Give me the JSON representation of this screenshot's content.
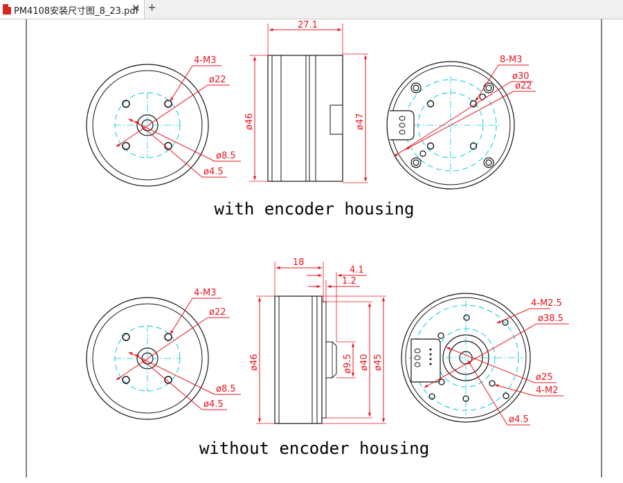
{
  "tab": {
    "title": "PM4108安装尺寸图_8_23.pdf",
    "close_glyph": "✕",
    "new_tab_glyph": "+"
  },
  "top": {
    "caption": "with encoder housing",
    "left_view": {
      "holes": "4-M3",
      "d22": "ø22",
      "d8_5": "ø8.5",
      "d4_5": "ø4.5"
    },
    "side_view": {
      "width": "27.1",
      "d46": "ø46",
      "d47": "ø47"
    },
    "right_view": {
      "holes": "8-M3",
      "d30": "ø30",
      "d22": "ø22"
    }
  },
  "bottom": {
    "caption": "without encoder housing",
    "left_view": {
      "holes": "4-M3",
      "d22": "ø22",
      "d8_5": "ø8.5",
      "d4_5": "ø4.5"
    },
    "side_view": {
      "len18": "18",
      "len4_1": "4.1",
      "len1_2": "1.2",
      "d46": "ø46",
      "d9_5": "ø9.5",
      "d40": "ø40",
      "d45": "ø45"
    },
    "right_view": {
      "holes_m2_5": "4-M2.5",
      "d38_5": "ø38.5",
      "d25": "ø25",
      "holes_m2": "4-M2",
      "d4_5": "ø4.5"
    }
  },
  "colors": {
    "dimension": "#e8141e",
    "centerline": "#00c8e0",
    "outline": "#111111"
  }
}
